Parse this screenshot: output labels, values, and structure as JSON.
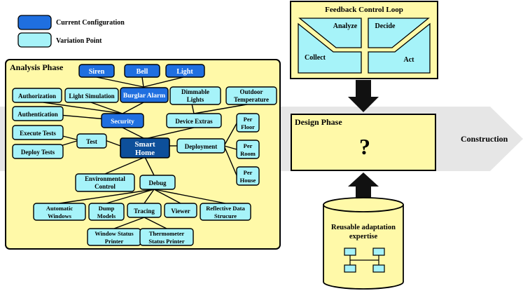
{
  "colors": {
    "current_config": "#1f6fe0",
    "variation_point": "#a6f3f9",
    "phase_panel": "#fff9a8",
    "arrow_band": "#e6e6e6",
    "dark_node": "#0d4f9a",
    "outline": "#000000"
  },
  "legend": {
    "current": "Current Configuration",
    "variation": "Variation Point"
  },
  "analysis": {
    "title": "Analysis Phase",
    "nodes": {
      "siren": "Siren",
      "bell": "Bell",
      "light": "Light",
      "authorization": "Authorization",
      "light_simulation": "Light Simulation",
      "burglar_alarm": "Burglar Alarm",
      "dimmable_lights": [
        "Dimmable",
        "Lights"
      ],
      "outdoor_temperature": [
        "Outdoor",
        "Temperature"
      ],
      "authentication": "Authentication",
      "security": "Security",
      "device_extras": "Device Extras",
      "per_floor": [
        "Per",
        "Floor"
      ],
      "execute_tests": "Execute Tests",
      "test": "Test",
      "smart_home": [
        "Smart",
        "Home"
      ],
      "deployment": "Deployment",
      "per_room": [
        "Per",
        "Room"
      ],
      "deploy_tests": "Deploy Tests",
      "per_house": [
        "Per",
        "House"
      ],
      "environmental_control": [
        "Environmental",
        "Control"
      ],
      "debug": "Debug",
      "automatic_windows": [
        "Automatic",
        "Windows"
      ],
      "dump_models": [
        "Dump",
        "Models"
      ],
      "tracing": "Tracing",
      "viewer": "Viewer",
      "reflective_data_structure": [
        "Reflective Data",
        "Strucure"
      ],
      "window_status_printer": [
        "Window Status",
        "Printer"
      ],
      "thermometer_status_printer": [
        "Thermometer",
        "Status Printer"
      ]
    }
  },
  "feedback": {
    "title": "Feedback Control Loop",
    "analyze": "Analyze",
    "decide": "Decide",
    "collect": "Collect",
    "act": "Act"
  },
  "design": {
    "title": "Design Phase",
    "mark": "?"
  },
  "construction": "Construction",
  "expertise": [
    "Reusable adaptation",
    "expertise"
  ]
}
